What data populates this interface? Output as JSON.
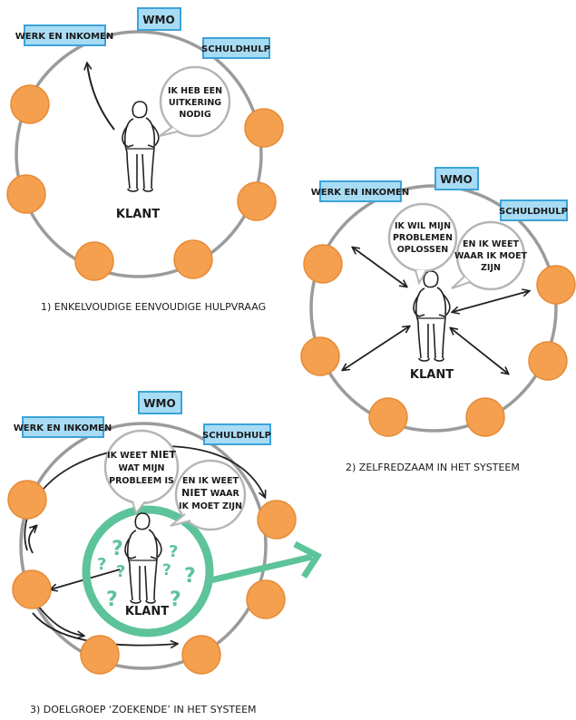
{
  "boxes": {
    "werk": "WERK EN INKOMEN",
    "wmo": "WMO",
    "schuld": "SCHULDHULP"
  },
  "client_label": "KLANT",
  "d1": {
    "bubble": [
      "IK HEB EEN",
      "UITKERING",
      "NODIG"
    ],
    "caption": "1) ENKELVOUDIGE EENVOUDIGE HULPVRAAG"
  },
  "d2": {
    "bubble1": [
      "IK WIL MIJN",
      "PROBLEMEN",
      "OPLOSSEN"
    ],
    "bubble2": [
      "EN IK WEET",
      "WAAR IK MOET",
      "ZIJN"
    ],
    "caption": "2) ZELFREDZAAM IN HET SYSTEEM"
  },
  "d3": {
    "bubble1_l1": "IK WEET",
    "bubble1_l1b": "NIET",
    "bubble1_l2": "WAT MIJN",
    "bubble1_l3": "PROBLEEM IS",
    "bubble2_l1": "EN IK WEET",
    "bubble2_l2a": "NIET",
    "bubble2_l2b": "WAAR",
    "bubble2_l3": "IK MOET ZIJN",
    "question_mark": "?",
    "caption": "3) DOELGROEP ‘ZOEKENDE’ IN HET SYSTEEM"
  },
  "colors": {
    "orange": "#f5a04f",
    "orange_stroke": "#e68a35",
    "box_fill": "#a8dcf4",
    "box_stroke": "#3da3d8",
    "ring": "#9b9b9b",
    "bubble_stroke": "#b5b5b5",
    "green": "#5cc39a"
  }
}
